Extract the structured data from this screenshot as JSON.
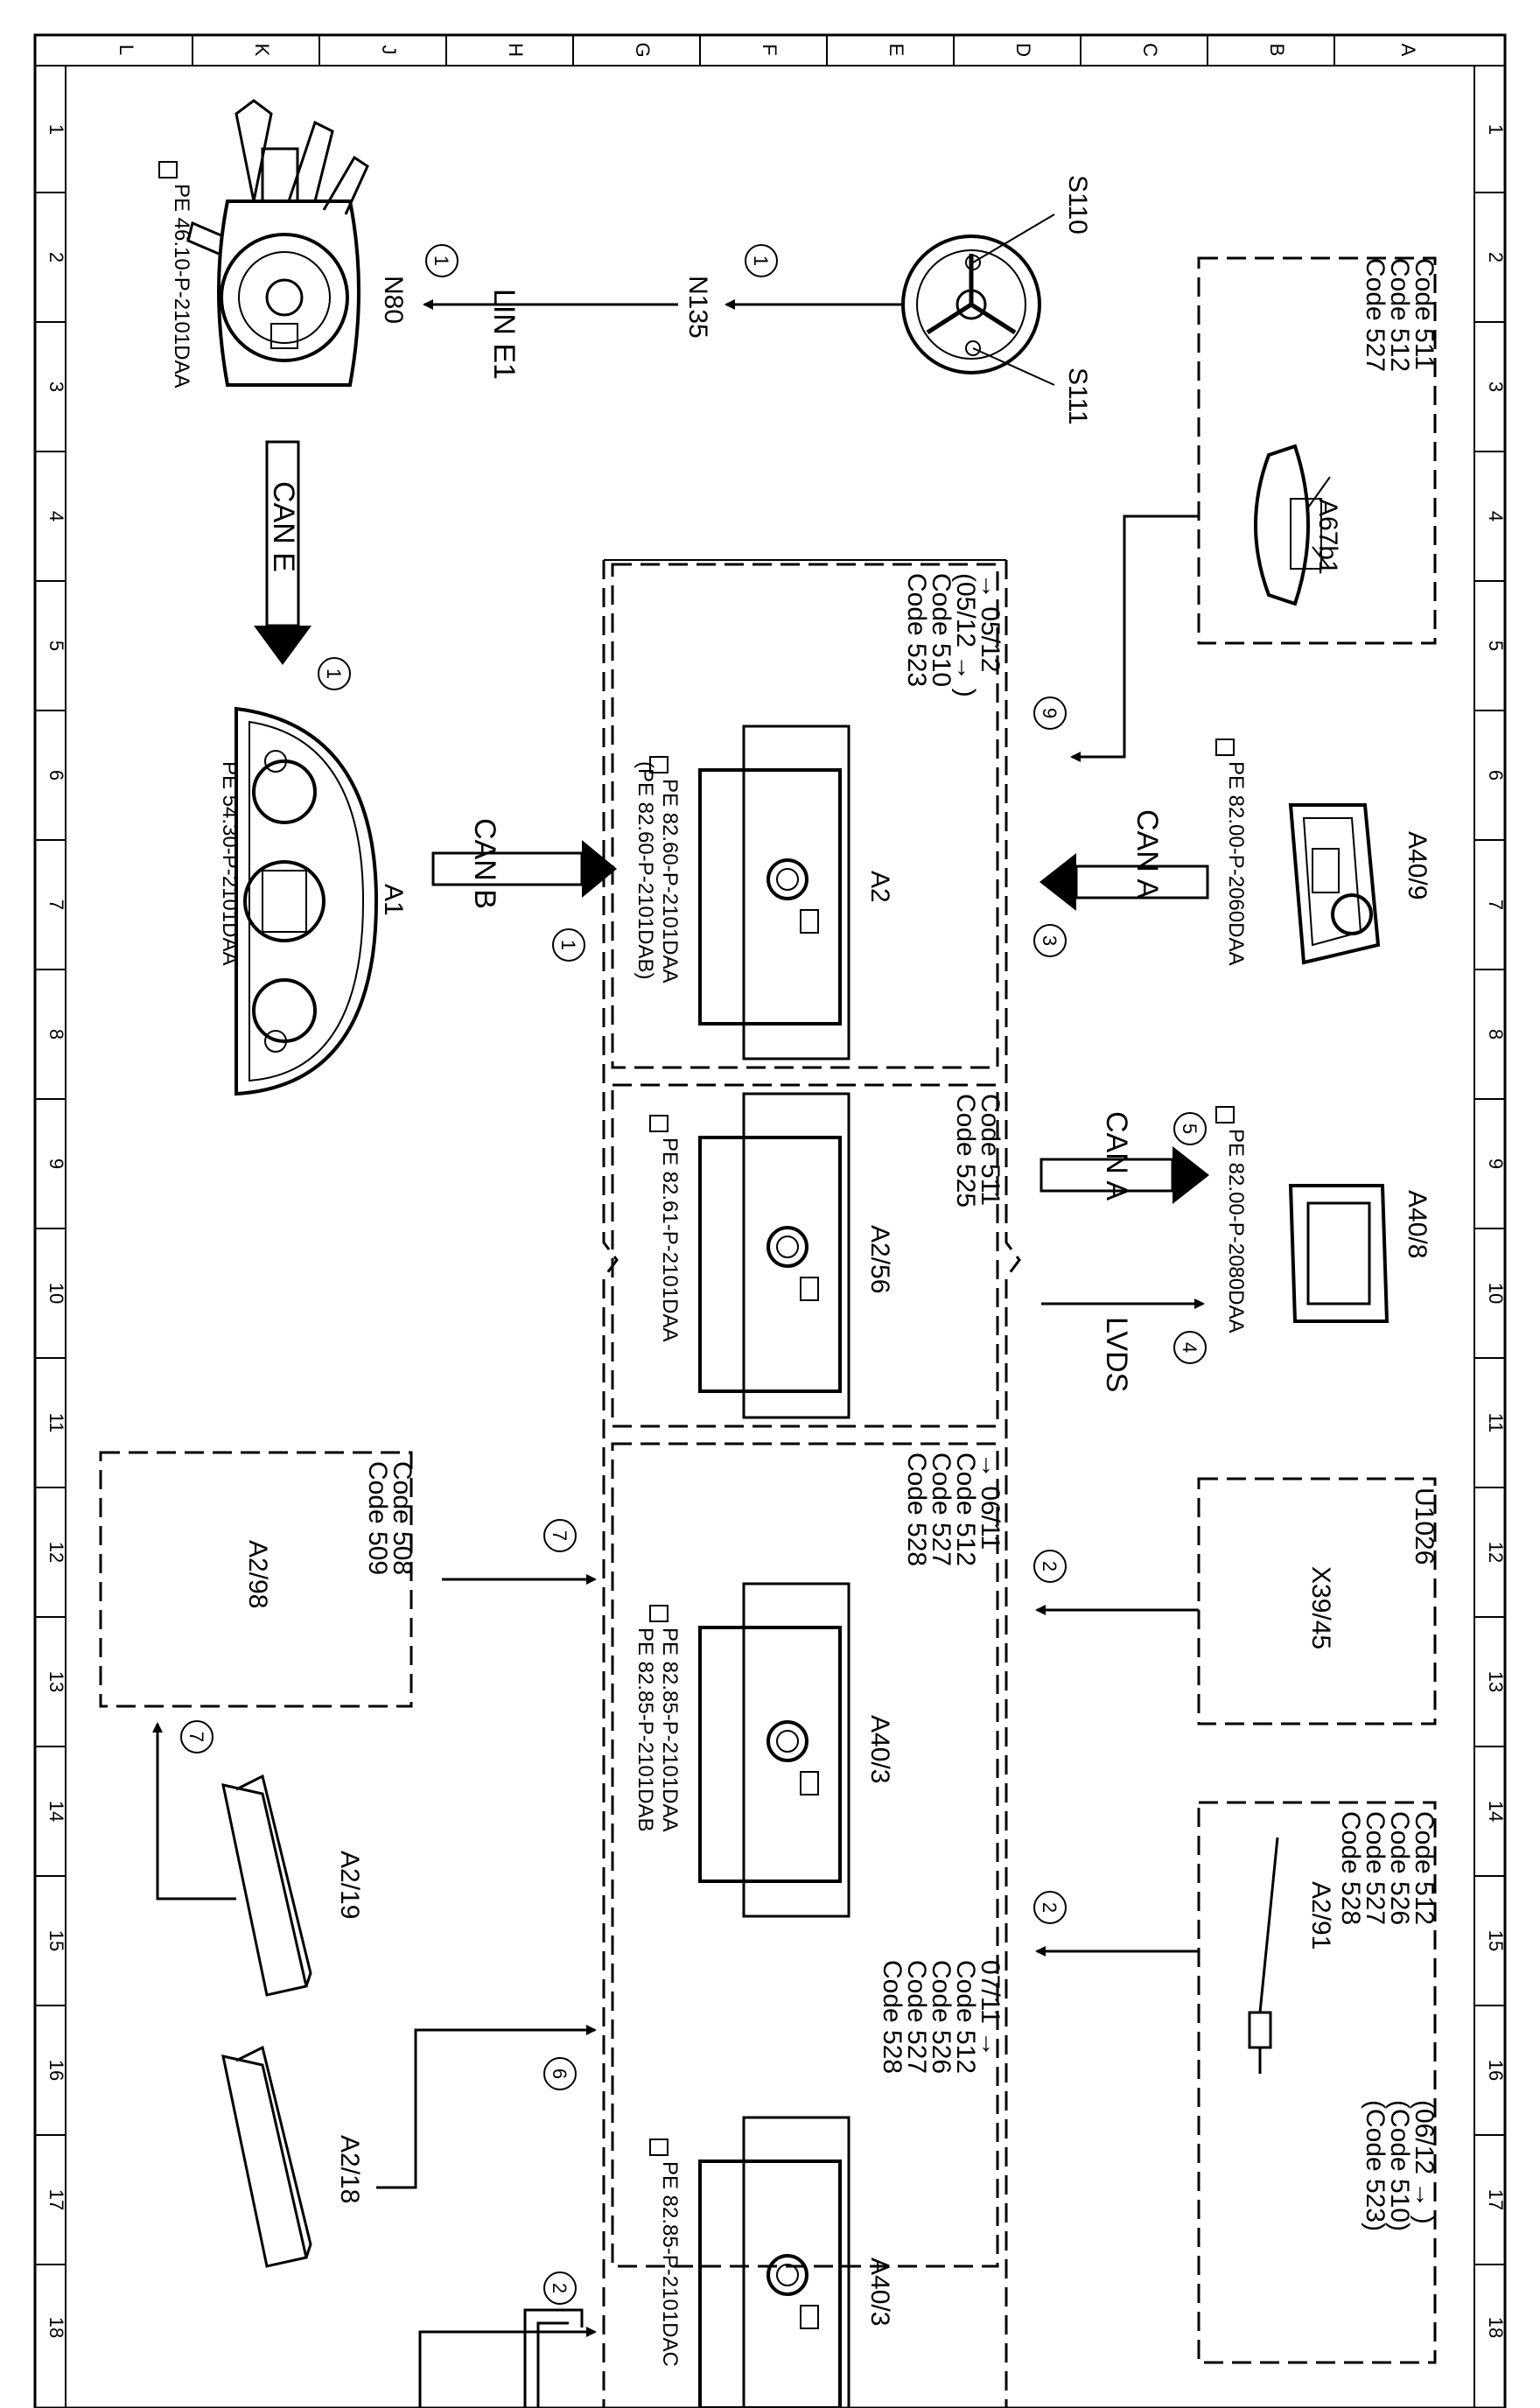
{
  "grid": {
    "columns": [
      "L",
      "K",
      "J",
      "H",
      "G",
      "F",
      "E",
      "D",
      "C",
      "B",
      "A"
    ],
    "rows": [
      "1",
      "2",
      "3",
      "4",
      "5",
      "6",
      "7",
      "8",
      "9",
      "10",
      "11",
      "12",
      "13",
      "14",
      "15",
      "16",
      "17",
      "18"
    ]
  },
  "connection_numbers": [
    "1",
    "2",
    "3",
    "4",
    "5",
    "6",
    "7",
    "9"
  ],
  "buses": {
    "lin_e1": "LIN E1",
    "can_e": "CAN E",
    "can_b": "CAN B",
    "can_a": "CAN A",
    "lvds": "LVDS"
  },
  "components": {
    "n80": {
      "label": "N80",
      "ref": "PE 46.10-P-2101DAA"
    },
    "n135": {
      "label": "N135"
    },
    "s110": {
      "label": "S110"
    },
    "s111": {
      "label": "S111"
    },
    "a67b1": {
      "label": "A67b1",
      "codes": [
        "Code 511",
        "Code 512",
        "Code 527"
      ]
    },
    "a40_9": {
      "label": "A40/9",
      "ref": "PE 82.00-P-2060DAA"
    },
    "a40_8": {
      "label": "A40/8",
      "ref": "PE 82.00-P-2080DAA"
    },
    "a1": {
      "label": "A1",
      "ref": "PE 54.30-P-2101DAA"
    },
    "a2": {
      "label": "A2",
      "ref1": "PE 82.60-P-2101DAA",
      "ref2": "(PE 82.60-P-2101DAB)",
      "codes": [
        "→ 05/12",
        "(05/12 → )",
        "Code 510",
        "Code 523"
      ]
    },
    "a2_56": {
      "label": "A2/56",
      "ref": "PE 82.61-P-2101DAA",
      "codes": [
        "Code 511",
        "Code 525"
      ]
    },
    "x39_45": {
      "label": "X39/45",
      "header": "U1026"
    },
    "a40_3a": {
      "label": "A40/3",
      "ref1": "PE 82.85-P-2101DAA",
      "ref2": "PE 82.85-P-2101DAB",
      "codes": [
        "→ 06/11",
        "Code 512",
        "Code 527",
        "Code 528"
      ]
    },
    "a2_91": {
      "label": "A2/91",
      "codes": [
        "Code 512",
        "Code 526",
        "Code 527",
        "Code 528"
      ],
      "codes2": [
        "(06/12 → )",
        "(Code 510)",
        "(Code 523)"
      ]
    },
    "a2_98": {
      "label": "A2/98",
      "codes": [
        "Code 508",
        "Code 509"
      ]
    },
    "a2_19": {
      "label": "A2/19"
    },
    "a2_18": {
      "label": "A2/18"
    },
    "a40_3b": {
      "label": "A40/3",
      "ref": "PE 82.85-P-2101DAC",
      "codes": [
        "07/11 →",
        "Code 512",
        "Code 526",
        "Code 527",
        "Code 528"
      ]
    }
  }
}
